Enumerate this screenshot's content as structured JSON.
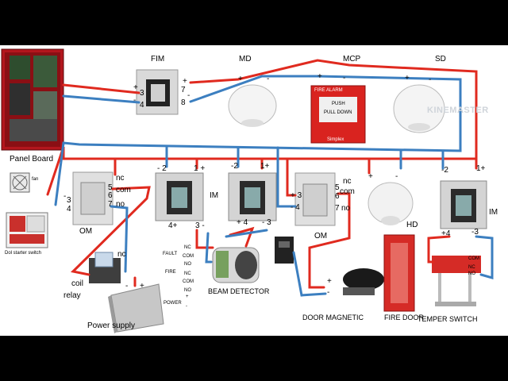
{
  "watermark": "KINEMASTER",
  "panel": {
    "label": "Panel Board",
    "fan_label": "fan"
  },
  "starter": {
    "label": "Dol starter switch"
  },
  "relay": {
    "nc": "nc",
    "coil": "coil",
    "relay": "relay"
  },
  "power_supply": {
    "label": "Power supply",
    "minus": "-",
    "plus": "+"
  },
  "fim": {
    "label": "FIM",
    "t3": "3",
    "t4": "4",
    "t7": "7",
    "t8": "8",
    "plus_l": "+",
    "minus_l": "-",
    "plus_r": "+",
    "minus_r": "-"
  },
  "md": {
    "label": "MD",
    "plus": "+",
    "minus": "-"
  },
  "mcp": {
    "label": "MCP",
    "plus": "+",
    "minus": "-",
    "sign_top": "FIRE ALARM",
    "sign_push": "PUSH",
    "sign_pull": "PULL DOWN",
    "brand": "Simplex"
  },
  "sd": {
    "label": "SD",
    "plus": "+",
    "minus": "-"
  },
  "om1": {
    "label": "OM",
    "t3": "3",
    "t4": "4",
    "t5": "5",
    "t6": "6",
    "t7": "7",
    "nc": "nc",
    "com": "com",
    "no": "no",
    "minus": "-"
  },
  "im1": {
    "label": "IM",
    "t2": "- 2",
    "t1": "1 +",
    "t4": "4+",
    "t3": "3 -"
  },
  "beam": {
    "label": "BEAM DETECTOR",
    "t2": "-2",
    "t1": "1+",
    "t4": "+ 4",
    "t3": "- 3",
    "terms": [
      "FAULT",
      "NC",
      "COM",
      "NO",
      "FIRE",
      "NC",
      "COM",
      "NO",
      "POWER",
      "+",
      "-"
    ]
  },
  "om2": {
    "label": "OM",
    "t3": "+ 3",
    "t4": "- 4",
    "t5": "5",
    "t6": "6",
    "t7": "7",
    "nc": "nc",
    "com": "com",
    "no": "no"
  },
  "hd": {
    "label": "HD",
    "plus": "+",
    "minus": "-"
  },
  "door_magnetic": {
    "label": "DOOR MAGNETIC",
    "plus": "+",
    "minus": "-"
  },
  "fire_door": {
    "label": "FIRE DOOR"
  },
  "im3": {
    "label": "IM",
    "t2": "-2",
    "t1": "1+",
    "t4": "+4",
    "t3": "-3"
  },
  "temper": {
    "label": "TEMPER SWITCH",
    "com": "COM",
    "nc": "NC",
    "no": "NO"
  }
}
